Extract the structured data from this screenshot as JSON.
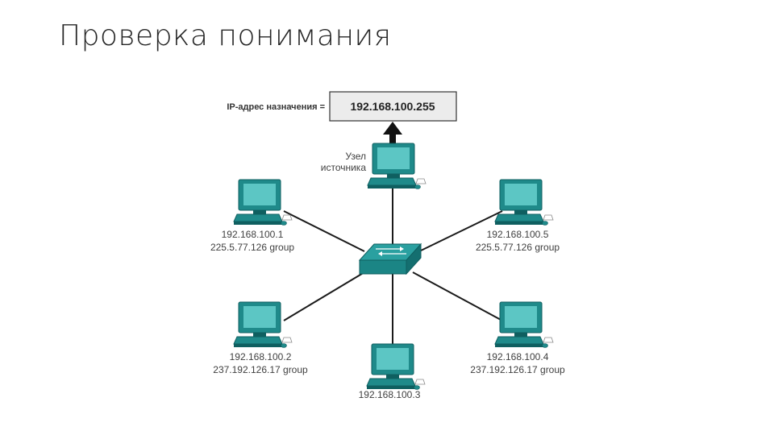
{
  "slide": {
    "title": "Проверка понимания"
  },
  "diagram": {
    "destination": {
      "label": "IP-адрес назначения =",
      "value": "192.168.100.255"
    },
    "source_label": [
      "Узел",
      "источника"
    ],
    "switch_icon": "network-switch-icon",
    "computer_icon": "desktop-computer-icon",
    "hosts": [
      {
        "ip": "192.168.100.1",
        "group": "225.5.77.126 group"
      },
      {
        "ip": "192.168.100.2",
        "group": "237.192.126.17 group"
      },
      {
        "ip": "192.168.100.3",
        "group": ""
      },
      {
        "ip": "192.168.100.4",
        "group": "237.192.126.17 group"
      },
      {
        "ip": "192.168.100.5",
        "group": "225.5.77.126 group"
      }
    ],
    "colors": {
      "device_teal": "#1f8a8a",
      "device_dark": "#0f5f60",
      "screen": "#5cc6c4",
      "link": "#1a1a1a",
      "ip_box_fill": "#ececec"
    }
  }
}
